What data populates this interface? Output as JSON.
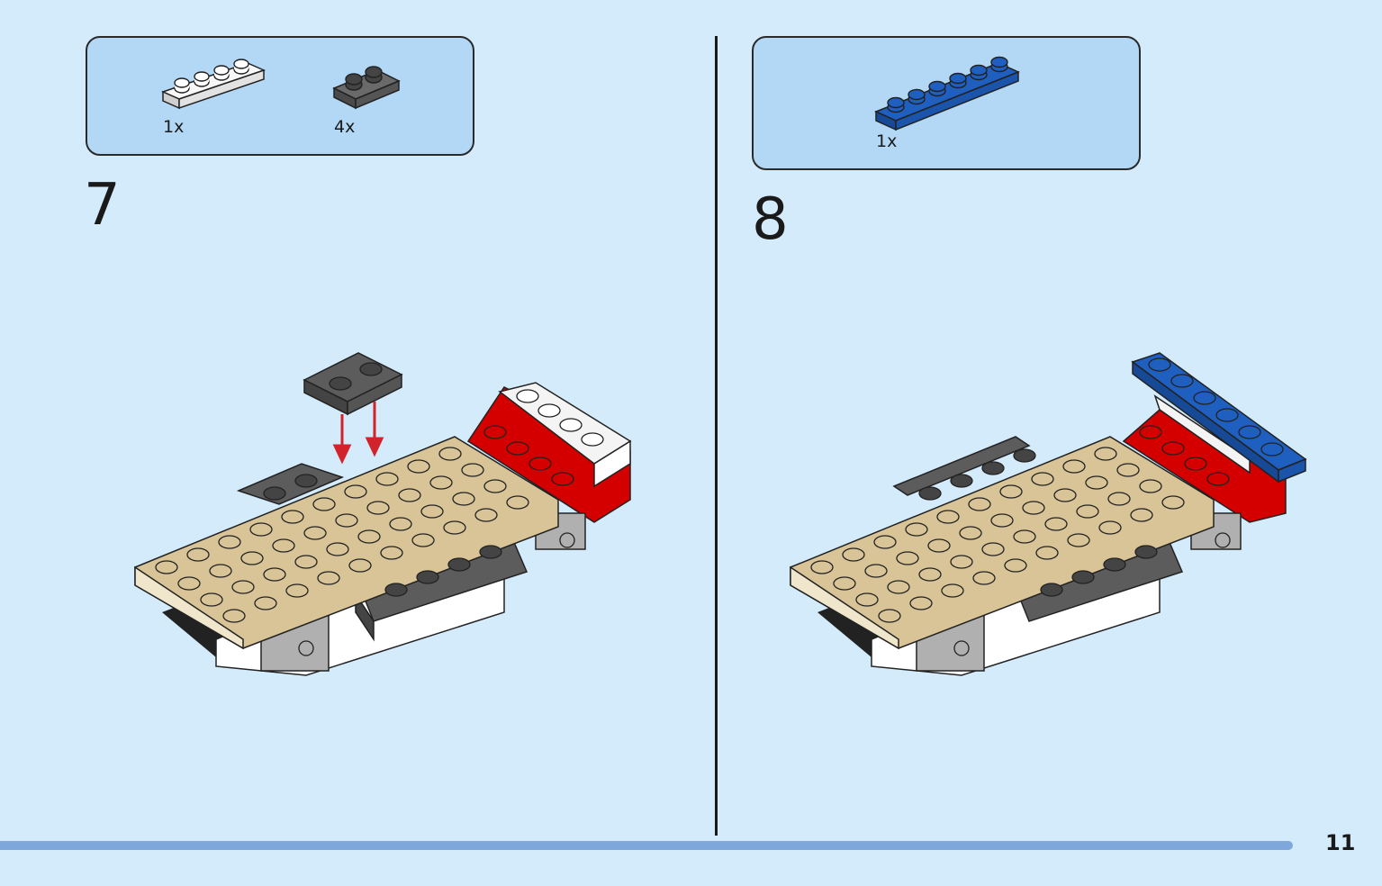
{
  "steps": [
    {
      "number": "7",
      "parts": [
        {
          "icon": "white-plate-1x4-icon",
          "quantity": "1x",
          "color": "#f4f4f4"
        },
        {
          "icon": "dark-gray-plate-1x2-rail-icon",
          "quantity": "4x",
          "color": "#5c5c5c"
        }
      ]
    },
    {
      "number": "8",
      "parts": [
        {
          "icon": "blue-plate-1x6-icon",
          "quantity": "1x",
          "color": "#1f5fbf"
        }
      ]
    }
  ],
  "colors": {
    "background": "#d4ebfb",
    "parts_box": "#b3d8f5",
    "tan": "#d8c497",
    "red": "#d40000",
    "dark_gray": "#5c5c5c",
    "light_gray": "#b0b0b0",
    "blue": "#1f5fbf",
    "arrow": "#d2232a",
    "progress_bar": "#7ea8dc"
  },
  "page": {
    "number": "11"
  }
}
